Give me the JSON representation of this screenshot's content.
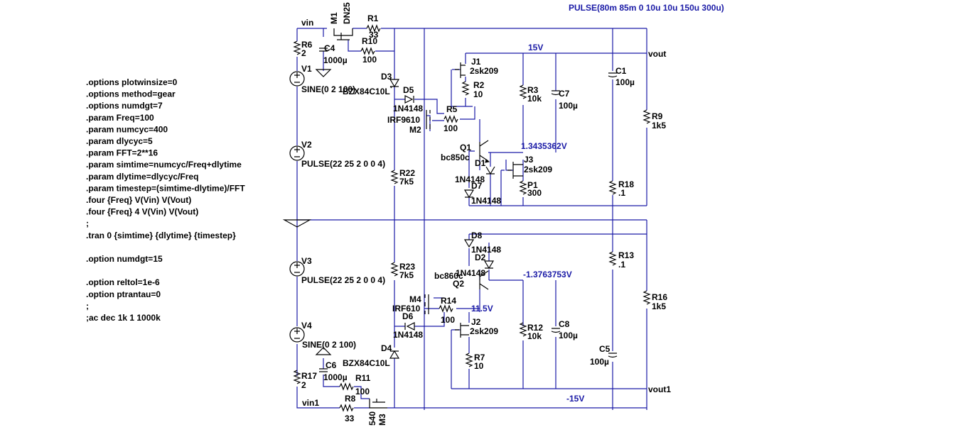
{
  "directives": [
    ".options plotwinsize=0",
    ".options method=gear",
    ".options numdgt=7",
    ".param Freq=100",
    ".param numcyc=400",
    ".param dlycyc=5",
    ".param FFT=2**16",
    ".param simtime=numcyc/Freq+dlytime",
    ".param dlytime=dlycyc/Freq",
    ".param timestep=(simtime-dlytime)/FFT",
    ".four {Freq} V(Vin) V(Vout)",
    ".four {Freq} 4 V(Vin) V(Vout)",
    ";",
    ".tran 0 {simtime} {dlytime} {timestep}",
    "",
    ".option numdgt=15",
    "",
    ".option reltol=1e-6",
    ".option ptrantau=0",
    ";",
    ";ac dec 1k 1 1000k"
  ],
  "top_directive": "PULSE(80m 85m 0 10u 10u 150u 300u)",
  "nets": {
    "vin": "vin",
    "vin1": "vin1",
    "vout": "vout",
    "vout1": "vout1",
    "pos_rail": "15V",
    "neg_rail": "-15V",
    "mid_rail": "11.5V",
    "q1_node": "1.3435362V",
    "q2_node": "-1.3763753V"
  },
  "components": {
    "M1": "M1",
    "M1_val": "DN25",
    "R1": "R1",
    "R1_val": "33",
    "R10": "R10",
    "R10_val": "100",
    "R6": "R6",
    "R6_val": "2",
    "C4": "C4",
    "C4_val": "1000µ",
    "V1": "V1",
    "V1_val": "SINE(0 2 100)",
    "D3": "D3",
    "D3_val": "BZX84C10L",
    "D5": "D5",
    "D5_val": "1N4148",
    "R5": "R5",
    "R5_val": "100",
    "M2": "M2",
    "M2_val": "IRF9610",
    "J1": "J1",
    "J1_val": "2sk209",
    "R2": "R2",
    "R2_val": "10",
    "R3": "R3",
    "R3_val": "10k",
    "C7": "C7",
    "C7_val": "100µ",
    "C1": "C1",
    "C1_val": "100µ",
    "R9": "R9",
    "R9_val": "1k5",
    "Q1": "Q1",
    "Q1_val": "bc850c",
    "D1": "D1",
    "D1_val": "1N4148",
    "J3": "J3",
    "J3_val": "2sk209",
    "P1": "P1",
    "P1_val": "300",
    "D7": "D7",
    "D7_val": "1N4148",
    "R18": "R18",
    "R18_val": ".1",
    "V2": "V2",
    "V2_val": "PULSE(22 25 2 0 0 4)",
    "R22": "R22",
    "R22_val": "7k5",
    "D8": "D8",
    "D8_val": "1N4148",
    "D2": "D2",
    "D2_val": "1N4148",
    "Q2": "Q2",
    "Q2_val": "bc860c",
    "R13": "R13",
    "R13_val": ".1",
    "V3": "V3",
    "V3_val": "PULSE(22 25 2 0 0 4)",
    "R23": "R23",
    "R23_val": "7k5",
    "M4": "M4",
    "M4_val": "IRF610",
    "R14": "R14",
    "R14_val": "100",
    "D6": "D6",
    "D6_val": "1N4148",
    "J2": "J2",
    "J2_val": "2sk209",
    "R12": "R12",
    "R12_val": "10k",
    "C8": "C8",
    "C8_val": "100µ",
    "R16": "R16",
    "R16_val": "1k5",
    "V4": "V4",
    "V4_val": "SINE(0 2 100)",
    "C6": "C6",
    "C6_val": "1000µ",
    "R11": "R11",
    "R11_val": "100",
    "D4": "D4",
    "D4_val": "BZX84C10L",
    "R7": "R7",
    "R7_val": "10",
    "C5": "C5",
    "C5_val": "100µ",
    "R17": "R17",
    "R17_val": "2",
    "R8": "R8",
    "R8_val": "33",
    "M3": "M3",
    "M3_val": "540"
  }
}
